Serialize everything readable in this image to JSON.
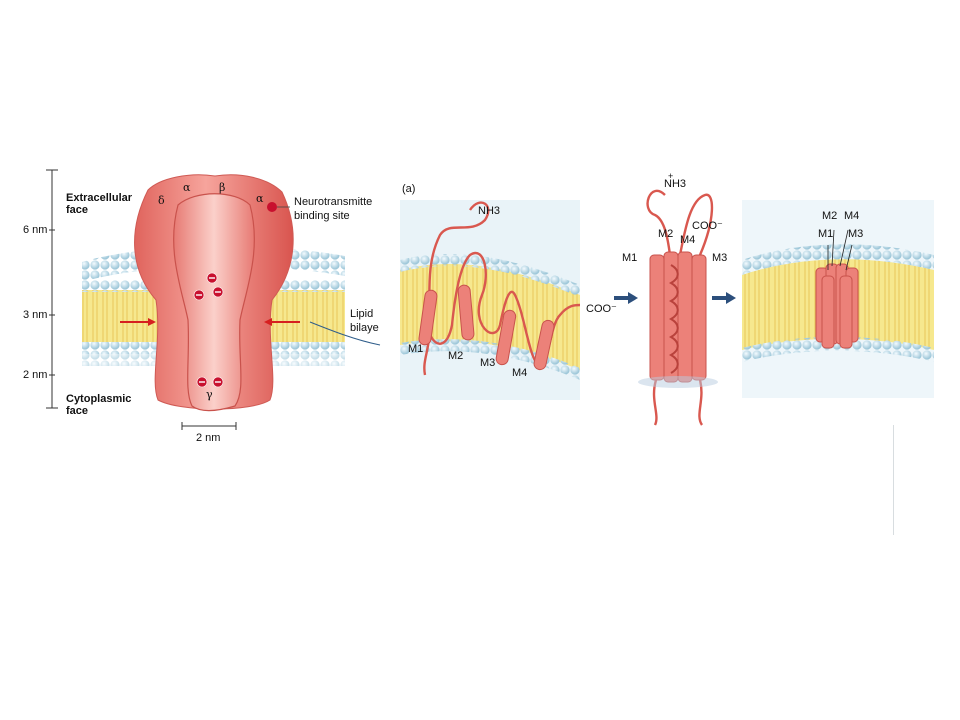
{
  "left_panel": {
    "subunits": {
      "delta": "δ",
      "alpha_left": "α",
      "beta": "β",
      "alpha_right": "α",
      "gamma": "γ"
    },
    "labels": {
      "extracellular": "Extracellular",
      "extracellular_2": "face",
      "cytoplasmic": "Cytoplasmic",
      "cytoplasmic_2": "face",
      "neuro_1": "Neurotransmitte",
      "neuro_2": "binding site",
      "lipid_1": "Lipid",
      "lipid_2": "bilaye"
    },
    "scale": {
      "top": "6 nm",
      "mid": "3 nm",
      "bottom": "2 nm",
      "bar": "2 nm"
    }
  },
  "panel_a": {
    "tag": "(a)",
    "nh3": "NH3",
    "coo": "COO⁻",
    "segments": [
      "M1",
      "M2",
      "M3",
      "M4"
    ]
  },
  "panel_b": {
    "nh3": "NH3",
    "nh3_charge": "+",
    "coo": "COO⁻",
    "segments": [
      "M1",
      "M2",
      "M4",
      "M3"
    ]
  },
  "panel_c": {
    "segments": [
      "M2",
      "M4",
      "M1",
      "M3"
    ]
  },
  "colors": {
    "protein": "#e8776f",
    "protein_dark": "#c9524c",
    "membrane_core": "#f4e58a",
    "lipid_head": "#bcd9e6",
    "arrow_blue": "#2c4f7c",
    "arrow_red": "#d62020"
  }
}
